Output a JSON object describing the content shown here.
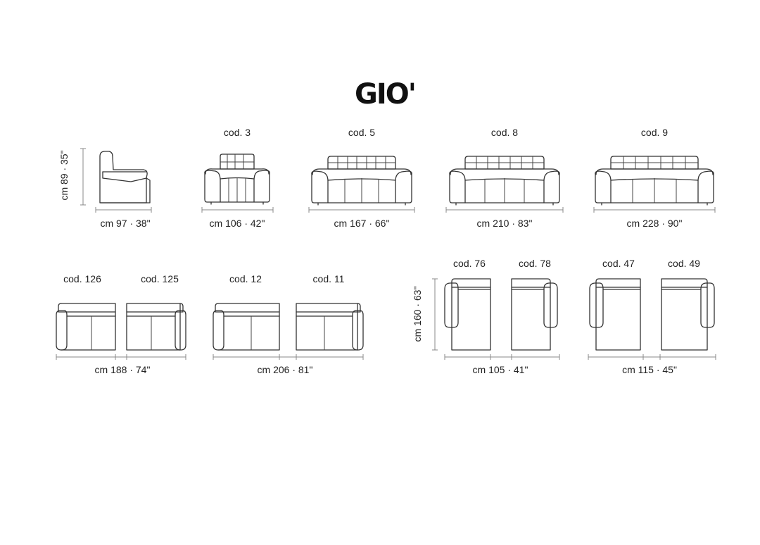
{
  "title": "GIO'",
  "row1": {
    "armchair_side": {
      "height_dim": "cm 89 · 35\"",
      "width_dim": "cm 97 · 38\""
    },
    "sofas": [
      {
        "code": "cod. 3",
        "dim": "cm 106 · 42\""
      },
      {
        "code": "cod. 5",
        "dim": "cm 167 · 66\""
      },
      {
        "code": "cod. 8",
        "dim": "cm 210 · 83\""
      },
      {
        "code": "cod. 9",
        "dim": "cm 228 · 90\""
      }
    ]
  },
  "row2": {
    "group_a": {
      "codes": [
        "cod. 126",
        "cod. 125"
      ],
      "dim": "cm 188 · 74\""
    },
    "group_b": {
      "codes": [
        "cod. 12",
        "cod. 11"
      ],
      "dim": "cm 206 · 81\""
    },
    "chaise_depth_dim": "cm 160 · 63\"",
    "group_c": {
      "codes": [
        "cod. 76",
        "cod. 78"
      ],
      "dim": "cm 105 · 41\""
    },
    "group_d": {
      "codes": [
        "cod. 47",
        "cod. 49"
      ],
      "dim": "cm 115 · 45\""
    }
  }
}
